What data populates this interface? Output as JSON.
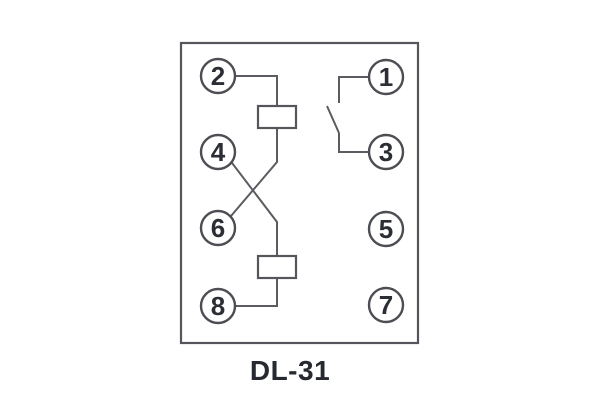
{
  "title": "DL-31",
  "terminals": {
    "left": [
      "2",
      "4",
      "6",
      "8"
    ],
    "right": [
      "1",
      "3",
      "5",
      "7"
    ]
  },
  "symbols": {
    "coil_upper": "coil-rectangle",
    "coil_lower": "coil-rectangle",
    "contact": "normally-open-contact",
    "crossing": "wire-crossover"
  },
  "colors": {
    "line": "#5a5c61",
    "outline": "#54565b",
    "digit": "#2b2e35",
    "caption": "#26292f",
    "background": "#ffffff"
  }
}
